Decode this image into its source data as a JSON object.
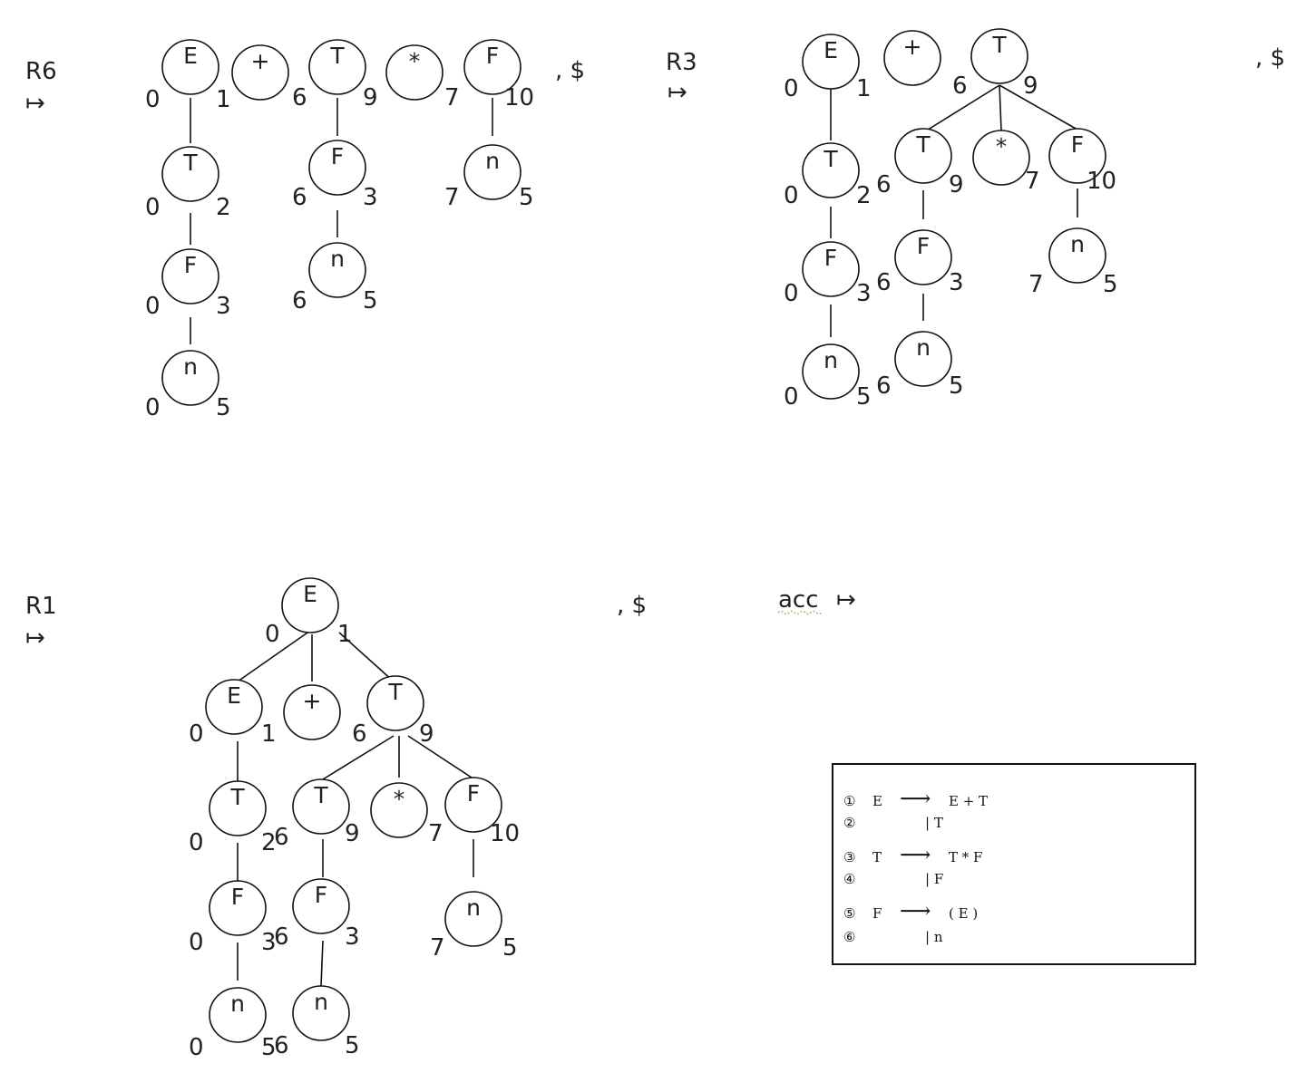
{
  "steps": {
    "r6": {
      "label": "R6",
      "arrow": "↦",
      "tail": ", $"
    },
    "r3": {
      "label": "R3",
      "arrow": "↦",
      "tail": ", $"
    },
    "r1": {
      "label": "R1",
      "arrow": "↦",
      "tail": ", $"
    },
    "acc": {
      "label": "acc",
      "arrow": "↦"
    }
  },
  "nodes": {
    "E": "E",
    "T": "T",
    "F": "F",
    "n": "n",
    "plus": "+",
    "star": "*"
  },
  "numbers": {
    "n0": "0",
    "n1": "1",
    "n2": "2",
    "n3": "3",
    "n5": "5",
    "n6": "6",
    "n7": "7",
    "n9": "9",
    "n10": "10"
  },
  "grammar": {
    "rules": [
      {
        "num": "①",
        "lhs": "E",
        "arrow": "⟶",
        "rhs": "E + T"
      },
      {
        "num": "②",
        "lhs": "",
        "arrow": "",
        "rhs": "| T"
      },
      {
        "num": "③",
        "lhs": "T",
        "arrow": "⟶",
        "rhs": "T * F"
      },
      {
        "num": "④",
        "lhs": "",
        "arrow": "",
        "rhs": "| F"
      },
      {
        "num": "⑤",
        "lhs": "F",
        "arrow": "⟶",
        "rhs": "( E )"
      },
      {
        "num": "⑥",
        "lhs": "",
        "arrow": "",
        "rhs": "| n"
      }
    ]
  }
}
